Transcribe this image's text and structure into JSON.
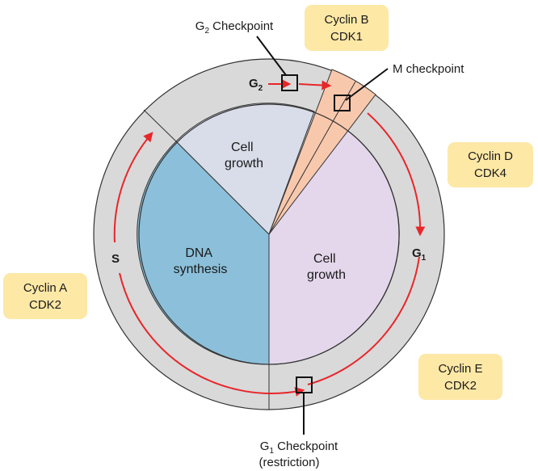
{
  "phases": {
    "g2": {
      "main": "G",
      "sub": "2"
    },
    "g1": {
      "main": "G",
      "sub": "1"
    },
    "s": "S"
  },
  "inner": {
    "top": [
      "Cell",
      "growth"
    ],
    "left": [
      "DNA",
      "synthesis"
    ],
    "right": [
      "Cell",
      "growth"
    ]
  },
  "checkpoints": {
    "g2": {
      "main": "G",
      "sub": "2",
      "rest": " Checkpoint"
    },
    "m": "M checkpoint",
    "g1": {
      "main": "G",
      "sub": "1",
      "rest": " Checkpoint",
      "line2": "(restriction)"
    }
  },
  "cyclins": [
    {
      "id": "b",
      "line1": "Cyclin B",
      "line2": "CDK1"
    },
    {
      "id": "d",
      "line1": "Cyclin D",
      "line2": "CDK4"
    },
    {
      "id": "a",
      "line1": "Cyclin A",
      "line2": "CDK2"
    },
    {
      "id": "e",
      "line1": "Cyclin E",
      "line2": "CDK2"
    }
  ],
  "colors": {
    "outer_ring": "#d9d9d9",
    "s_phase": "#8cc0da",
    "g2_phase": "#d9dde9",
    "g1_phase": "#e4d7ec",
    "mitosis": "#f8c8ad",
    "arrows": "#e8262a",
    "cyclin_box": "#fde8a6"
  }
}
